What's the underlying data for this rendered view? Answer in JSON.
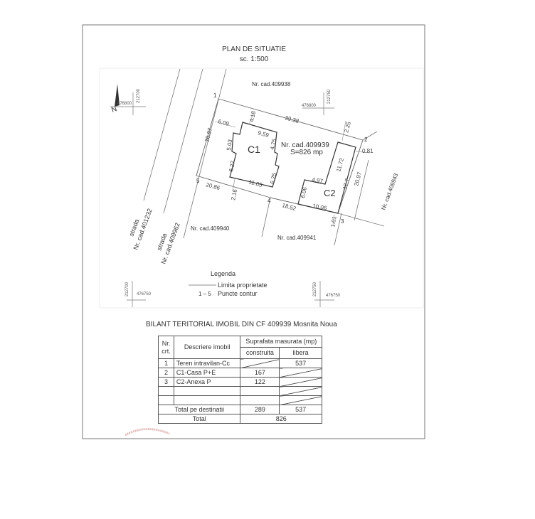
{
  "title": "PLAN DE SITUATIE",
  "scale": "sc. 1:500",
  "north_label": "N",
  "parcels": {
    "main": "Nr. cad.409939",
    "area": "S=826 mp",
    "north": "Nr. cad.409938",
    "southwest": "Nr. cad.409940",
    "south": "Nr. cad.409941",
    "east": "Nr. cad.409943"
  },
  "streets": [
    {
      "name": "strada",
      "cad": "Nr. cad.401232"
    },
    {
      "name": "strada",
      "cad": "Nr. cad.409962"
    }
  ],
  "buildings": {
    "c1": "C1",
    "c2": "C2"
  },
  "points": [
    "1",
    "2",
    "3",
    "4",
    "5"
  ],
  "dimensions": [
    "39.38",
    "2.25",
    "0.81",
    "20.97",
    "10.06",
    "1.01",
    "18.52",
    "20.86",
    "2.16",
    "20.97",
    "6.09",
    "4.18",
    "9.59",
    "4.75",
    "5.03",
    "6.27",
    "11.65",
    "6.25",
    "11.72",
    "17.7",
    "4.97",
    "6.06"
  ],
  "coordinates": {
    "top_left": {
      "y": "212700",
      "x": "476800"
    },
    "top_right": {
      "y": "212750",
      "x": "476800"
    },
    "bottom_left": {
      "y": "212700",
      "x": "476750"
    },
    "bottom_right": {
      "y": "212750",
      "x": "476750"
    }
  },
  "legend": {
    "title": "Legenda",
    "items": [
      {
        "symbol": "",
        "label": "Limita proprietate"
      },
      {
        "symbol": "1 – 5",
        "label": "Puncte contur"
      }
    ]
  },
  "table": {
    "title": "BILANT TERITORIAL IMOBIL DIN CF 409939 Mosnita Noua",
    "headers": {
      "nr": "Nr. crt.",
      "descriere": "Descriere imobil",
      "suprafata": "Suprafata masurata   (mp)",
      "construita": "construita",
      "libera": "libera"
    },
    "rows": [
      {
        "nr": "1",
        "descriere": "Teren intravilan-Cc",
        "construita": "",
        "libera": "537"
      },
      {
        "nr": "2",
        "descriere": "C1-Casa P+E",
        "construita": "167",
        "libera": ""
      },
      {
        "nr": "3",
        "descriere": "C2-Anexa P",
        "construita": "122",
        "libera": ""
      }
    ],
    "total_dest_label": "Total pe destinatii",
    "total_dest_construita": "289",
    "total_dest_libera": "537",
    "total_label": "Total",
    "total_value": "826"
  },
  "colors": {
    "line": "#555555",
    "stamp": "#d9a0a0"
  }
}
